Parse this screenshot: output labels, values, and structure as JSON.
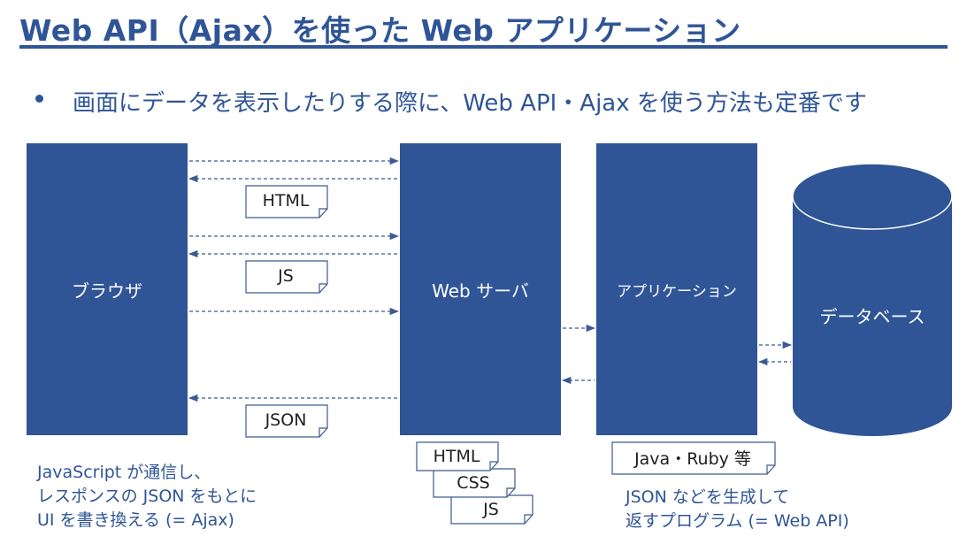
{
  "title": "Web API（Ajax）を使った Web アプリケーション",
  "bullet": "画面にデータを表示したりする際に、Web API・Ajax を使う方法も定番です",
  "nodes": {
    "browser": "ブラウザ",
    "web_server": "Web サーバ",
    "application": "アプリケーション",
    "database": "データベース"
  },
  "doc_labels": {
    "html": "HTML",
    "js": "JS",
    "json": "JSON",
    "stack_html": "HTML",
    "stack_css": "CSS",
    "stack_js": "JS",
    "java_ruby": "Java・Ruby 等"
  },
  "notes": {
    "browser_note": [
      "JavaScript が通信し、",
      "レスポンスの JSON をもとに",
      "UI を書き換える (= Ajax)"
    ],
    "app_note": [
      "JSON などを生成して",
      "返すプログラム (= Web API)"
    ]
  },
  "colors": {
    "accent": "#2F5597",
    "arrow": "#3E5A8F",
    "text": "#1f1f1f"
  }
}
